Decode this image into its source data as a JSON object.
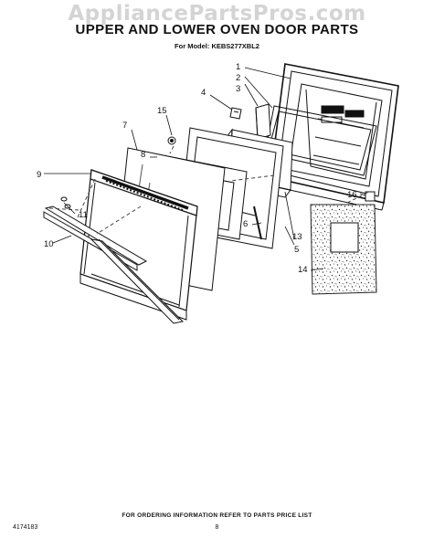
{
  "watermark": "AppliancePartsPros.com",
  "header": {
    "title": "UPPER AND LOWER OVEN DOOR PARTS",
    "model": "For Model: KEBS277XBL2"
  },
  "callouts": [
    {
      "id": "c1",
      "label": "1"
    },
    {
      "id": "c2",
      "label": "2"
    },
    {
      "id": "c3",
      "label": "3"
    },
    {
      "id": "c4",
      "label": "4"
    },
    {
      "id": "c5",
      "label": "5"
    },
    {
      "id": "c6",
      "label": "6"
    },
    {
      "id": "c7",
      "label": "7"
    },
    {
      "id": "c8",
      "label": "8"
    },
    {
      "id": "c9",
      "label": "9"
    },
    {
      "id": "c10",
      "label": "10"
    },
    {
      "id": "c11",
      "label": "11"
    },
    {
      "id": "c13",
      "label": "13"
    },
    {
      "id": "c14",
      "label": "14"
    },
    {
      "id": "c15",
      "label": "15"
    },
    {
      "id": "c16",
      "label": "16"
    }
  ],
  "footer": {
    "note": "FOR ORDERING INFORMATION REFER TO PARTS PRICE LIST",
    "doc_number": "4174183",
    "page_number": "8"
  }
}
